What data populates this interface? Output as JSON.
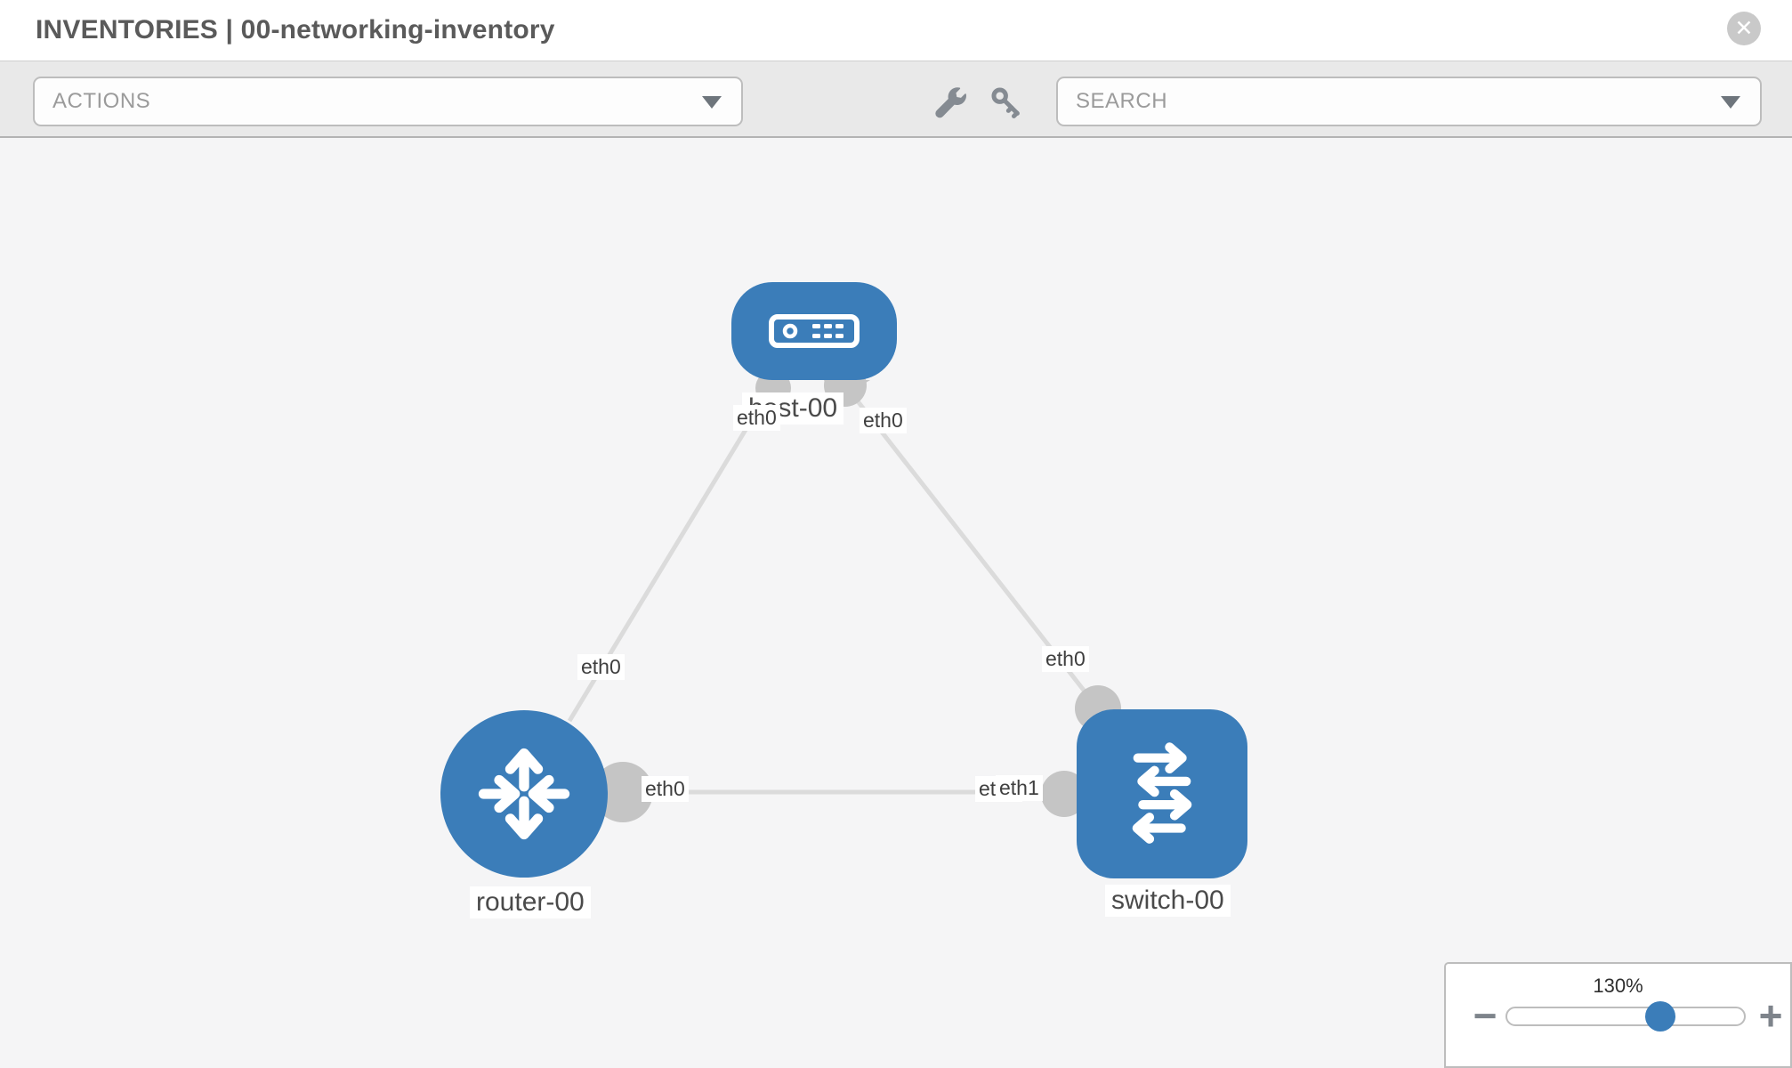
{
  "header": {
    "title": "INVENTORIES | 00-networking-inventory",
    "close_glyph": "✕",
    "close_icon": "close-circle-icon"
  },
  "toolbar": {
    "actions": {
      "label": "ACTIONS",
      "icon": "chevron-down-icon"
    },
    "tools": [
      {
        "icon": "wrench-icon"
      },
      {
        "icon": "key-icon"
      }
    ],
    "search": {
      "placeholder": "SEARCH",
      "icon": "chevron-down-icon"
    }
  },
  "topology": {
    "nodes": [
      {
        "label": "host-00",
        "type": "host",
        "icon": "host-server-icon"
      },
      {
        "label": "router-00",
        "type": "router",
        "icon": "router-arrows-icon"
      },
      {
        "label": "switch-00",
        "type": "switch",
        "icon": "switch-arrows-icon"
      }
    ],
    "links": [
      {
        "from": "host-00",
        "from_if": "eth0",
        "to": "router-00",
        "to_if": "eth0"
      },
      {
        "from": "host-00",
        "from_if": "eth0",
        "to": "switch-00",
        "to_if": "eth0"
      },
      {
        "from": "router-00",
        "from_if": "eth0",
        "to": "switch-00",
        "to_if": "eth1",
        "to_if_overlapped": "eth0"
      }
    ]
  },
  "zoom_control": {
    "value": "130%",
    "zoom_out": "−",
    "zoom_in": "+"
  },
  "colors": {
    "node_blue": "#3b7db9",
    "link_gray": "#dbdbdb",
    "interface_gray": "#c5c5c5",
    "toolbar_bg": "#e9e9e9",
    "canvas_bg": "#f5f5f6",
    "title_text": "#5a5a5a",
    "control_text": "#9b9b9b"
  }
}
